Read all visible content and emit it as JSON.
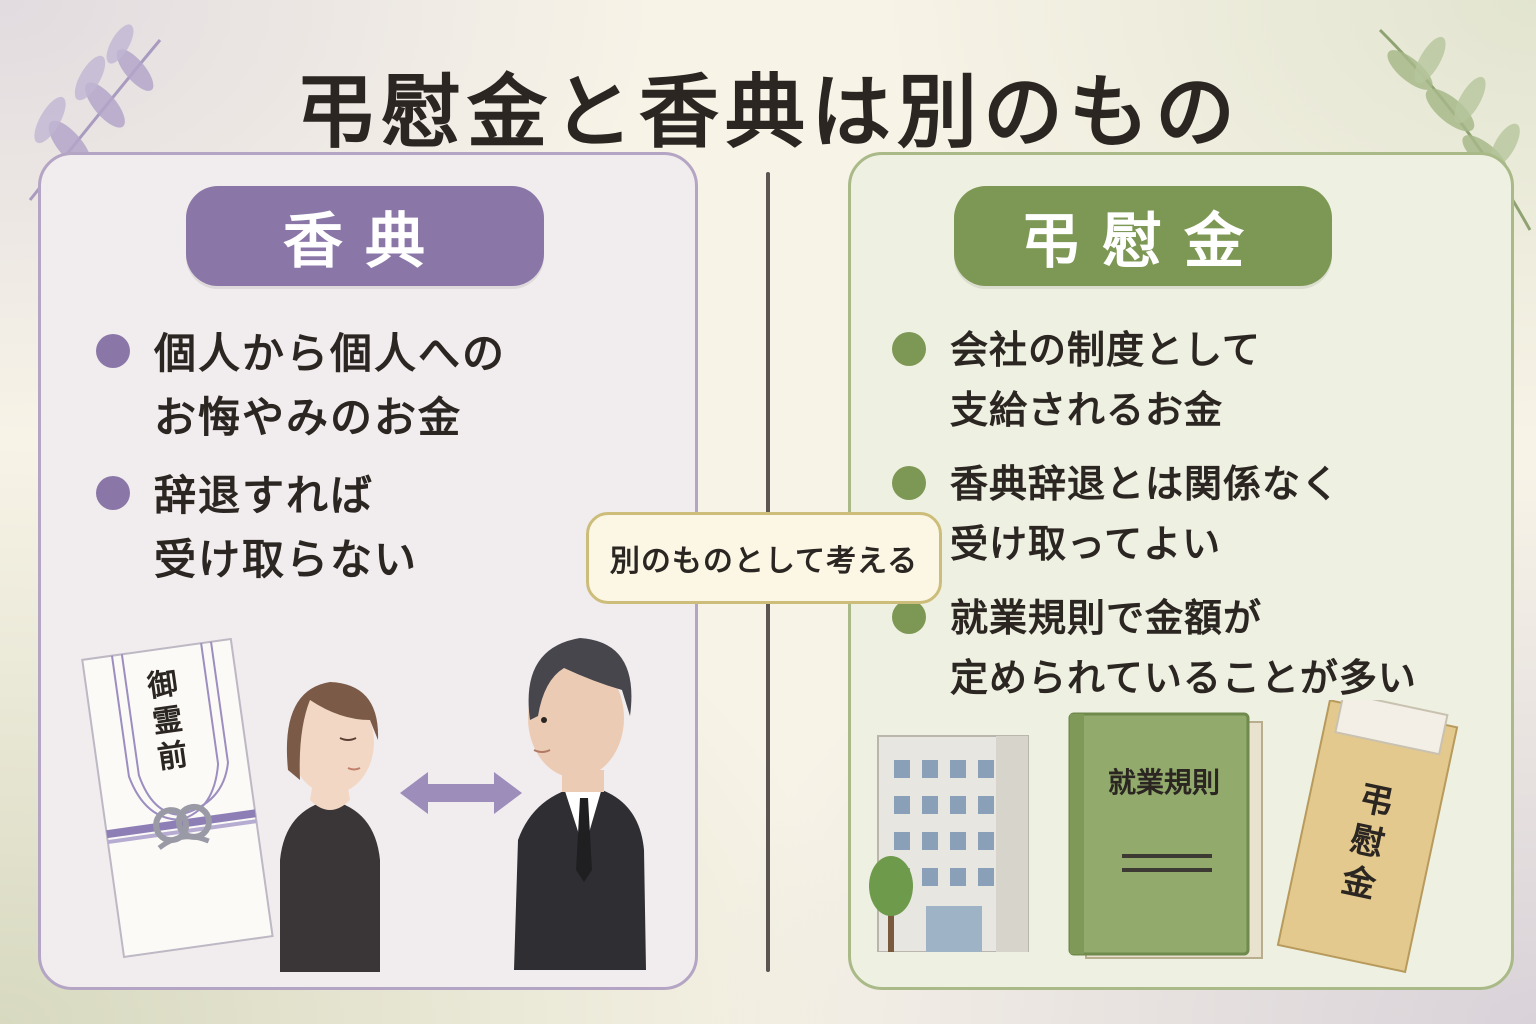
{
  "title": "弔慰金と香典は別のもの",
  "left": {
    "header": "香典",
    "bullets": [
      {
        "line1": "個人から個人への",
        "line2": "お悔やみのお金"
      },
      {
        "line1": "辞退すれば",
        "line2": "受け取らない"
      }
    ],
    "envelope_text": [
      "御",
      "霊",
      "前"
    ]
  },
  "middle_label": "別のものとして考える",
  "right": {
    "header": "弔慰金",
    "bullets": [
      {
        "line1": "会社の制度として",
        "line2": "支給されるお金"
      },
      {
        "line1": "香典辞退とは関係なく",
        "line2": "受け取ってよい"
      },
      {
        "line1": "就業規則で金額が",
        "line2": "定められていることが多い"
      }
    ],
    "book_title": "就業規則",
    "envelope_text": [
      "弔",
      "慰",
      "金"
    ]
  },
  "colors": {
    "purple": "#8a77a8",
    "green": "#7d9854",
    "cream": "#f7f3e7"
  }
}
